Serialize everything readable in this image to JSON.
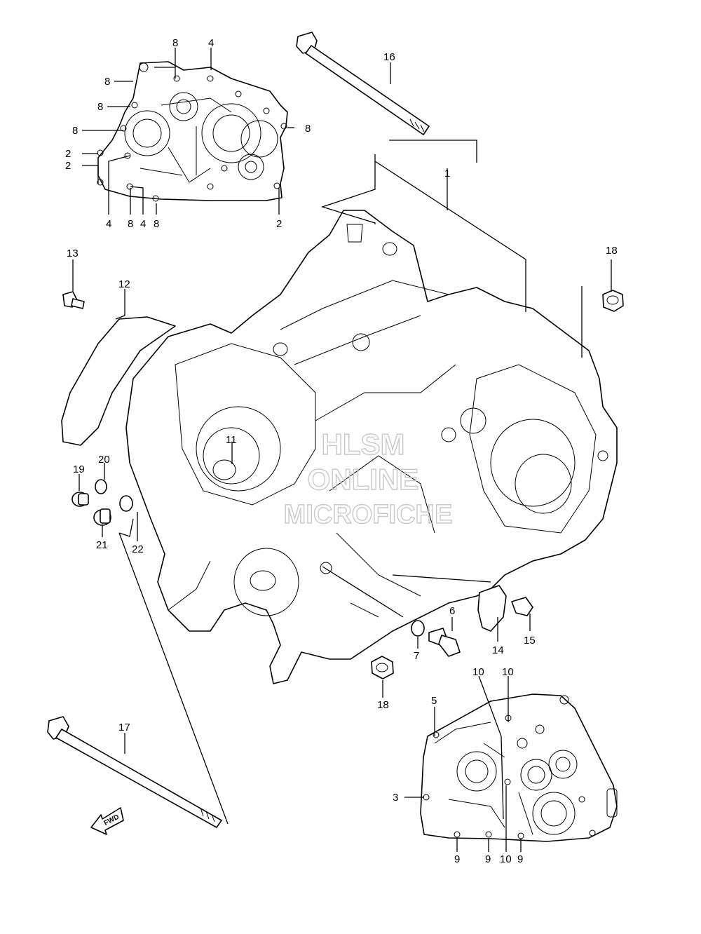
{
  "labels": {
    "l1": "1",
    "l2a": "2",
    "l2b": "2",
    "l2c": "2",
    "l3": "3",
    "l4a": "4",
    "l4b": "4",
    "l4c": "4",
    "l5": "5",
    "l6": "6",
    "l7": "7",
    "l8a": "8",
    "l8b": "8",
    "l8c": "8",
    "l8d": "8",
    "l8e": "8",
    "l8f": "8",
    "l8g": "8",
    "l9a": "9",
    "l9b": "9",
    "l9c": "9",
    "l10a": "10",
    "l10b": "10",
    "l10c": "10",
    "l11": "11",
    "l12": "12",
    "l13": "13",
    "l14": "14",
    "l15": "15",
    "l16": "16",
    "l17": "17",
    "l18a": "18",
    "l18b": "18",
    "l19": "19",
    "l20": "20",
    "l21": "21",
    "l22": "22"
  },
  "watermark": {
    "line1": "HLSM",
    "line2": "ONLINE",
    "line3": "MICROFICHE"
  },
  "fwd_label": "FWD"
}
